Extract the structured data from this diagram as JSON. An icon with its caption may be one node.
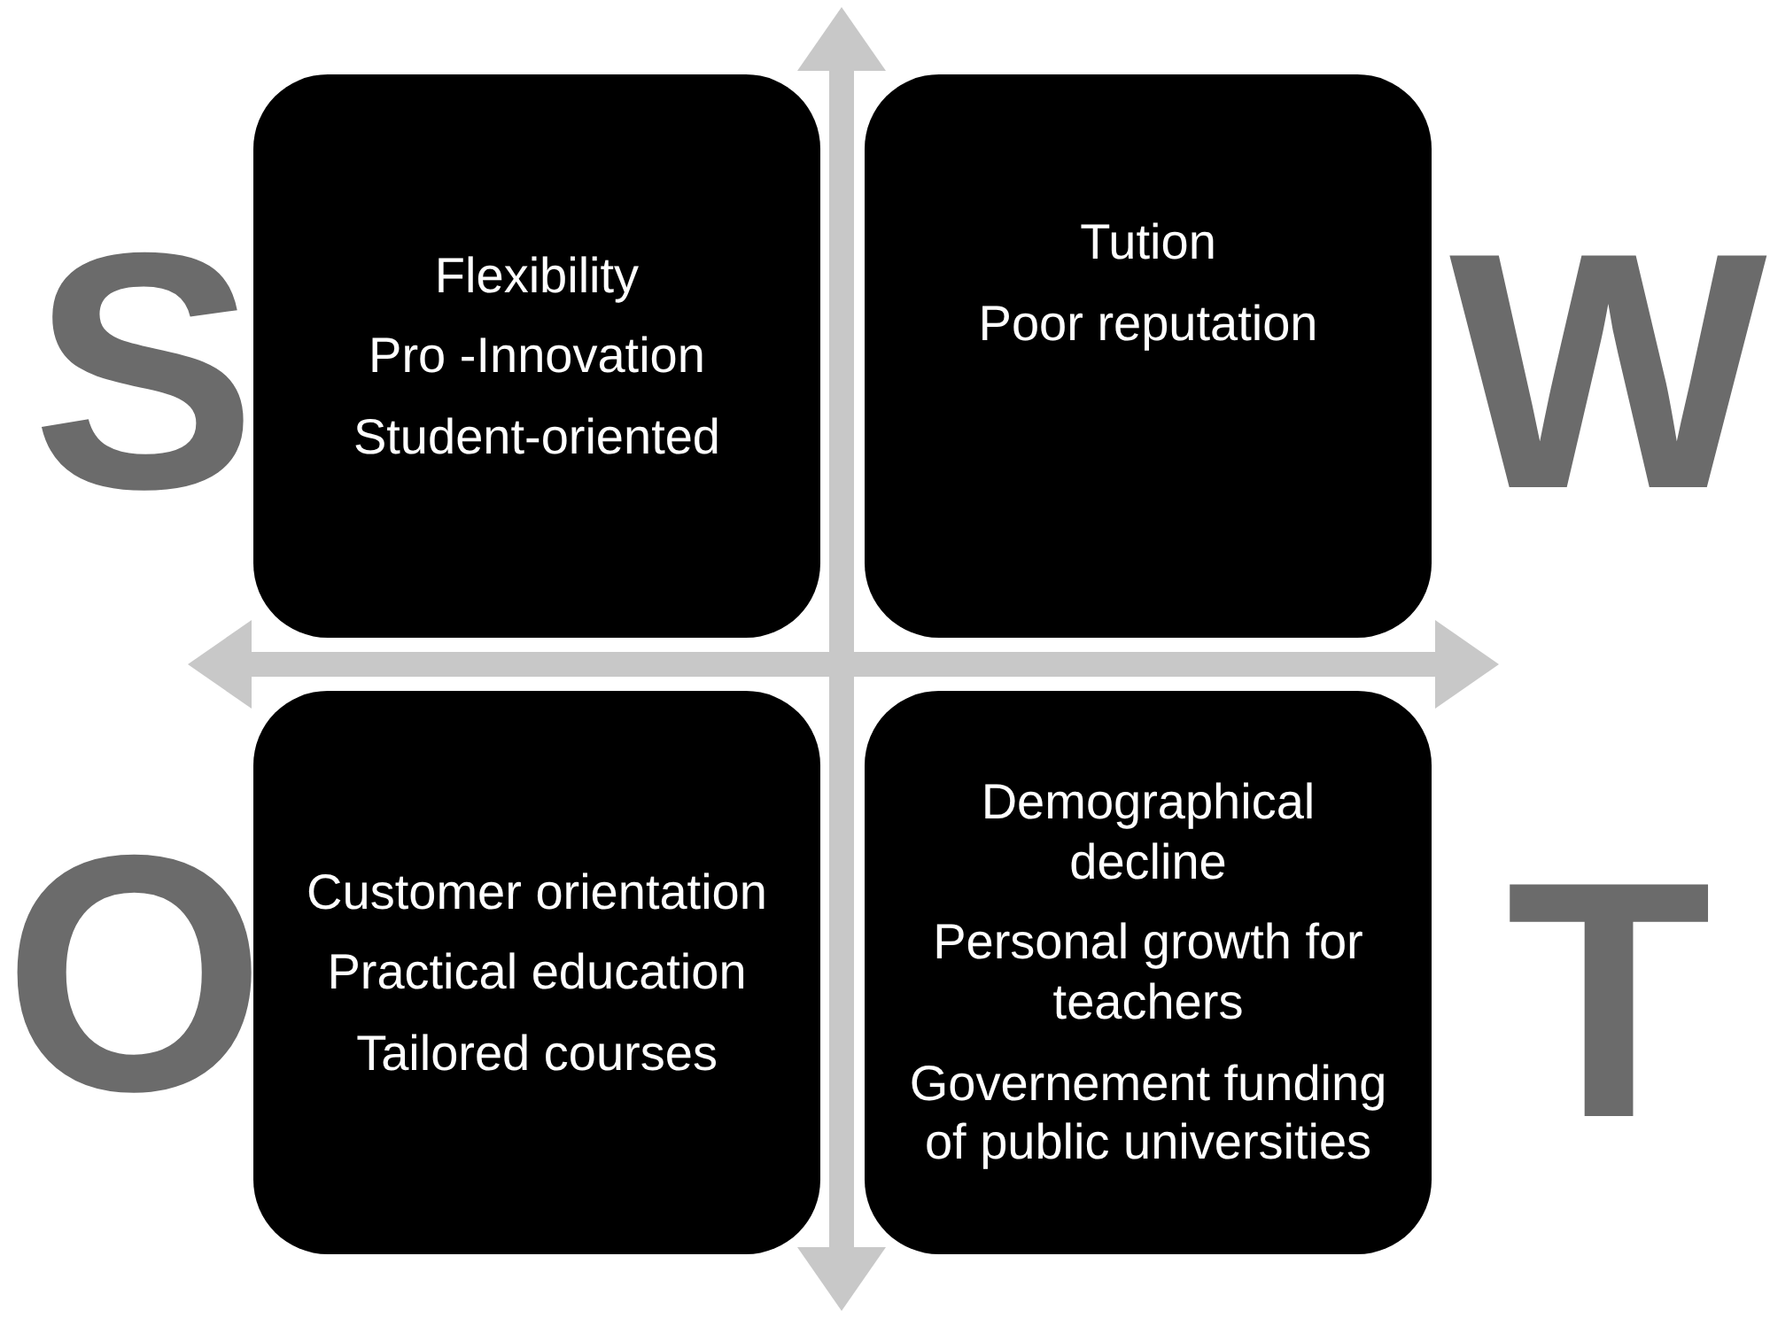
{
  "diagram": {
    "nodes": [
      {
        "text": [
          "Flexibility",
          "Pro -Innovation",
          "Student-oriented"
        ]
      },
      {
        "text": [
          "Tution",
          "Poor reputation"
        ]
      },
      {
        "text": [
          "Customer orientation",
          "Practical education",
          "Tailored courses"
        ]
      },
      {
        "text": [
          "Demographical decline",
          "Personal growth for teachers",
          "Governement funding of public universities"
        ]
      }
    ],
    "edges": [],
    "labels": [
      "S",
      "W",
      "O",
      "T"
    ]
  }
}
